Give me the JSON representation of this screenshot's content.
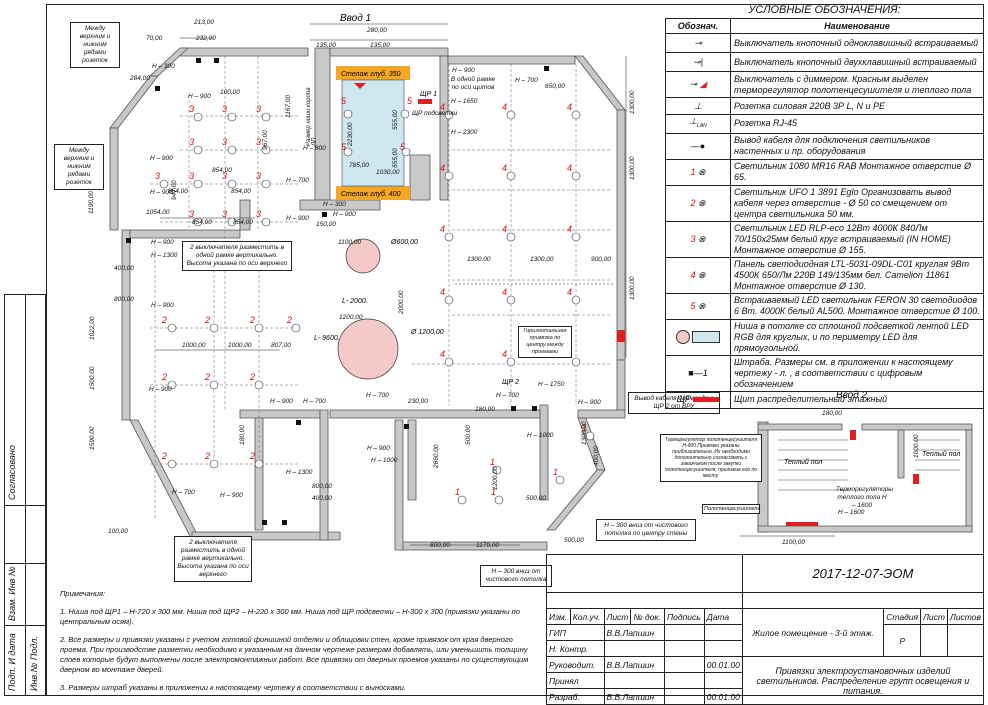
{
  "drawing": {
    "entry1_label": "Ввод 1",
    "entry2_label": "Ввод 2",
    "dims": {
      "d213": "213,00",
      "d280": "280,00",
      "d232": "232,00",
      "d7050": "70,00",
      "d135a": "135,00",
      "d135b": "135,00",
      "d284": "284,00",
      "d100": "100,00",
      "d650": "650,00",
      "d1167": "1167,00",
      "d967": "967,00",
      "d1190": "1190,00",
      "d1300": "1300,00",
      "d854": "854,00",
      "d947": "947,00",
      "d1054": "1054,00",
      "d2230": "2230,00",
      "d555": "555,00",
      "d785": "785,00",
      "d1030": "1030,00",
      "d150": "150,00",
      "d1100": "1100,00",
      "d900": "900,00",
      "d1000": "1000,00",
      "d807": "807,00",
      "d1200": "1200,00",
      "d2000": "2000,00",
      "d1022": "1022,00",
      "d1500": "1500,00",
      "d1590": "1590,00",
      "d800": "800,00",
      "d400": "400,00",
      "d180": "180,00",
      "d500": "500,00",
      "d1170": "1170,00",
      "d230": "230,00",
      "d2660": "2660,00"
    },
    "heights": {
      "h300": "H – 300",
      "h900": "H – 900",
      "h700": "H – 700",
      "h800": "H – 800",
      "h1300": "H – 1300",
      "h1650": "H – 1650",
      "h2300": "H – 2300",
      "h1750": "H – 1750",
      "h1000": "H – 1000",
      "h1600": "H – 1600"
    },
    "lamp_numbers": [
      "1",
      "2",
      "3",
      "4",
      "5"
    ],
    "shelf1": "Стелаж глуб. 350",
    "shelf2": "Стелаж глуб. 400",
    "shch1": "ЩР 1",
    "shch2": "ЩР 2",
    "circle_a": "Ø600,00",
    "circle_b": "Ø 1200,00",
    "l2000": "L- 2000.",
    "l9600": "L- 9600.",
    "ramka_note": "В одной рамке по оси щитов",
    "box_note": "Размер ниши короба ЛП",
    "podsvet": "ЩР подсветки",
    "callouts": {
      "between_1": "Между верхним и нижним рядами розеток",
      "between_2": "Между верхним и нижним рядами розеток",
      "two_switches_1": "2 выключателя разместить в одной рамке вертикально. Высота указана по оси верхнего",
      "two_switches_2": "2 выключателя разместить в одной рамке вертикально. Высота указана по оси верхнего",
      "horiz_note": "Горизонтальная привязка по центру между проемами",
      "cable_out": "Вывод кабеля для ввода в ЩР 2 от ВРУ",
      "h300_ceiling": "H – 300 вниз от чистового потолка по центру стены",
      "h300_ceiling2": "H – 300 вниз от чистового потолка",
      "thermo_note": "Терморегулятор полотенцесушителя H-900 Привязки указаны приблизительно. Их необходимо дополнительно согласовать с заказчиком после закупки полотенцесушителя, приложив его по месту.",
      "towel": "Полотенцесушитель",
      "warm_floor": "Теплый пол",
      "thermostats": "Терморегуляторы теплого пола H – 1600"
    }
  },
  "legend": {
    "title": "УСЛОВНЫЕ ОБОЗНАЧЕНИЯ:",
    "col_symbol": "Обознач.",
    "col_name": "Наименование",
    "rows": [
      {
        "icon": "switch-1key-icon",
        "text": "Выключатель кнопочный одноклавишный встраиваемый"
      },
      {
        "icon": "switch-2key-icon",
        "text": "Выключатель кнопочный двухклавишный встраиваемый"
      },
      {
        "icon": "dimmer-icon",
        "text": "Выключатель с диммером. Красным выделен терморегулятор полотенцесушителя и теплого пола"
      },
      {
        "icon": "socket-icon",
        "text": "Розетка силовая 220В 3Р L, N и PE"
      },
      {
        "icon": "rj45-icon",
        "text": "Розетка RJ-45"
      },
      {
        "icon": "cable-outlet-icon",
        "text": "Вывод кабеля для подключения светильников настенных и пр. оборудования"
      },
      {
        "icon": "lamp-1-icon",
        "num": "1",
        "text": "Светильник 1080 MR16 RAB Монтажное отверстие Ø 65."
      },
      {
        "icon": "lamp-2-icon",
        "num": "2",
        "text": "Светильник UFO 1 3891 Eglo Организовать вывод кабеля через отверстие - Ø 50 со смещением от центра светильника 50 мм."
      },
      {
        "icon": "lamp-3-icon",
        "num": "3",
        "text": "Светильник LED RLP-eco 12Вт 4000К 840Лм 70/150х25мм белый круг встраиваемый (IN HOME) Монтажное отверстие Ø 155."
      },
      {
        "icon": "lamp-4-icon",
        "num": "4",
        "text": "Панель светодиодная LTL-5031-09DL-C01 круглая 9Вт 4500К 650/Лм 220В 149/135мм бел. Camelion 11861 Монтажное отверстие Ø 130."
      },
      {
        "icon": "lamp-5-icon",
        "num": "5",
        "text": "Встраиваемый LED светильник FERON 30 светодиодов 6 Вт. 4000К белый AL500. Монтажное отверстие Ø 100."
      },
      {
        "icon": "niche-led-icon",
        "text": "Ниша в потолке со сплошной подсветкой лентой LED RGB для круглых, и по периметру LED для прямоугольной."
      },
      {
        "icon": "chase-icon",
        "num": "1",
        "text": "Штраба. Размеры см. в приложении к настоящему чертежу - л. , в соответствии с цифровым обозначением"
      },
      {
        "icon": "panel-icon",
        "label": "ЩР",
        "text": "Щит распределительный этажный"
      }
    ]
  },
  "notes": {
    "heading": "Примечания:",
    "n1": "1. Ниша под ЩР1 – H-720 х 300 мм. Ниша под ЩР2 – H-220 х 300 мм. Ниша под ЩР подсветки – H-300 х 300 (привязки указаны по центральным осям).",
    "n2": "2. Все размеры и привязки указаны с учетом готовой финишной отделки и облицовки стен, кроме привязок от края дверного проема. При производстве разметки необходимо к указанным на данном чертеже размерам добавлять, или уменьшить толщину слоев которые будут выполнены после электромонтажных работ. Все привязки от дверных проемов указаны по существующим дверном во монтаже дверей.",
    "n3": "3. Размеры штраб указаны в приложении к настоящему чертежу в соответствии с выносками."
  },
  "stamp": {
    "code": "2017-12-07-ЭОМ",
    "h_izm": "Изм.",
    "h_kol": "Кол.уч.",
    "h_list": "Лист",
    "h_doc": "№ док.",
    "h_sign": "Подпись",
    "h_date": "Дата",
    "gip": "ГИП",
    "gip_name": "В.В.Лапшин",
    "nkontr": "Н. Контр.",
    "ruk": "Руководит.",
    "ruk_name": "В.В.Лапшин",
    "ruk_date": "00.01.00",
    "prin": "Принял",
    "razr": "Разраб.",
    "razr_name": "В.В.Лапшин",
    "razr_date": "00.01.00",
    "object": "Жилое помещение - 3-й этаж.",
    "stage_h": "Стадия",
    "sheet_h": "Лист",
    "sheets_h": "Листов",
    "stage": "Р",
    "title": "Привязки электроустановочных изделий светильников. Распределение групп освещения и питания."
  },
  "side": {
    "agreed": "Согласовано",
    "vzam": "Взам. Инв №",
    "podp": "Подп. И дата",
    "inv": "Инв.№ Подл."
  }
}
